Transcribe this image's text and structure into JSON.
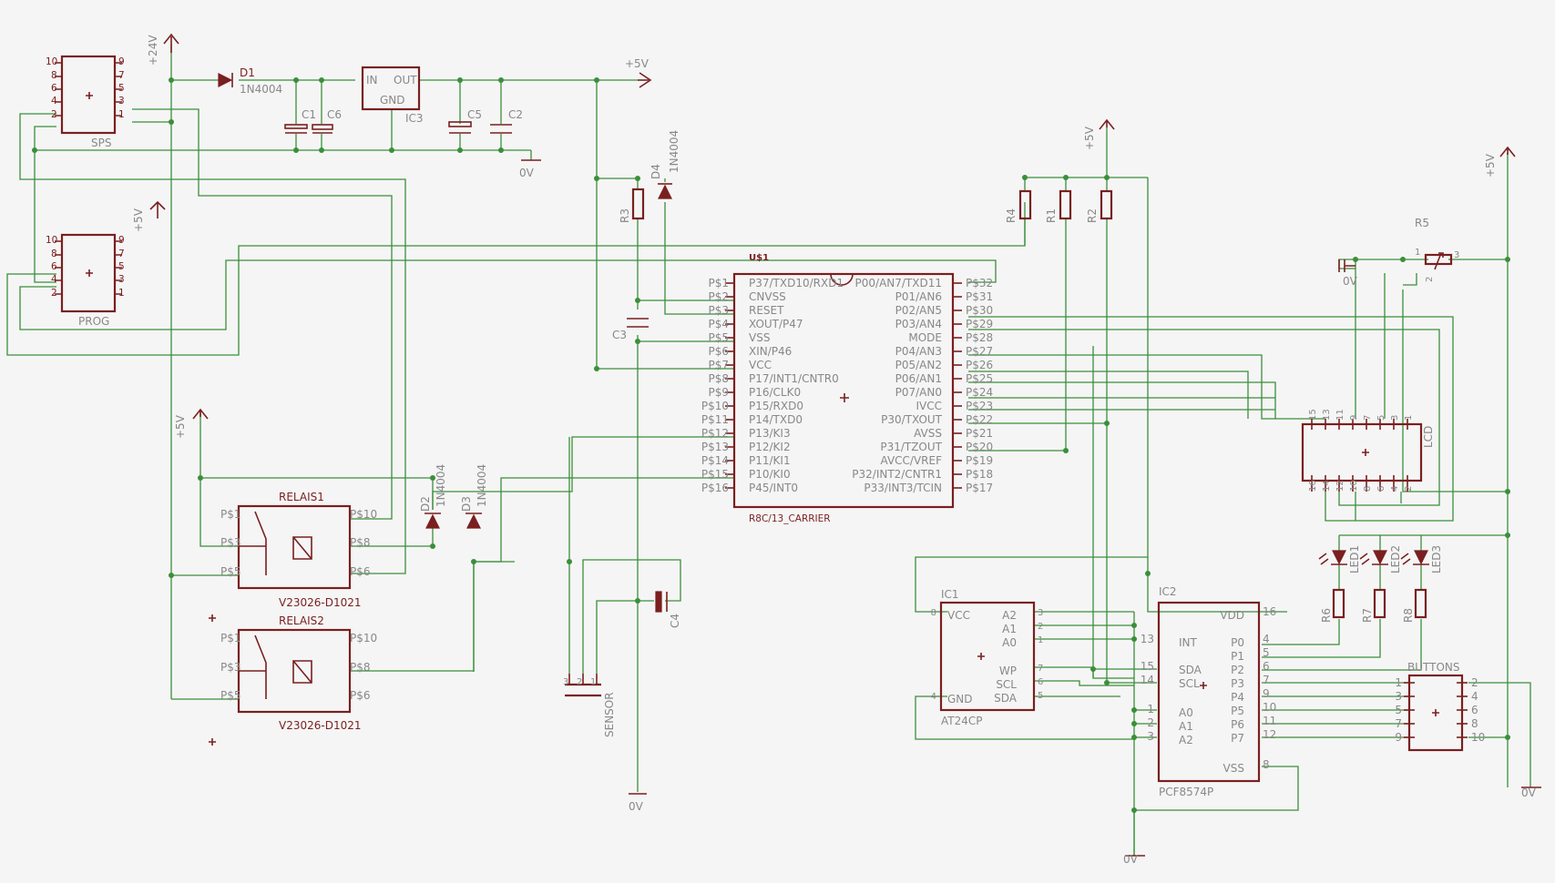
{
  "power": {
    "v24": "+24V",
    "v5": "+5V",
    "gnd": "0V"
  },
  "parts": {
    "sps": "SPS",
    "prog": "PROG",
    "d1": "D1",
    "d1_value": "1N4004",
    "c1": "C1",
    "c6": "C6",
    "ic3": "IC3",
    "ic3_in": "IN",
    "ic3_out": "OUT",
    "ic3_gnd": "GND",
    "c5": "C5",
    "c2": "C2",
    "d4": "D4",
    "d4_value": "1N4004",
    "r3": "R3",
    "c3": "C3",
    "c4": "C4",
    "r4": "R4",
    "r1": "R1",
    "r2": "R2",
    "r5": "R5",
    "u1": "U$1",
    "u1_value": "R8C/13_CARRIER",
    "relais1": "RELAIS1",
    "relais2": "RELAIS2",
    "relais_value": "V23026-D1021",
    "d2": "D2",
    "d2_value": "1N4004",
    "d3": "D3",
    "d3_value": "1N4004",
    "sensor": "SENSOR",
    "ic1": "IC1",
    "ic1_value": "AT24CP",
    "ic2": "IC2",
    "ic2_value": "PCF8574P",
    "lcd": "LCD",
    "led1": "LED1",
    "led2": "LED2",
    "led3": "LED3",
    "r6": "R6",
    "r7": "R7",
    "r8": "R8",
    "buttons": "BUTTONS"
  },
  "u1": {
    "left_pins": [
      "P$1",
      "P$2",
      "P$3",
      "P$4",
      "P$5",
      "P$6",
      "P$7",
      "P$8",
      "P$9",
      "P$10",
      "P$11",
      "P$12",
      "P$13",
      "P$14",
      "P$15",
      "P$16"
    ],
    "left_names": [
      "P37/TXD10/RXD1",
      "CNVSS",
      "RESET",
      "XOUT/P47",
      "VSS",
      "XIN/P46",
      "VCC",
      "P17/INT1/CNTR0",
      "P16/CLK0",
      "P15/RXD0",
      "P14/TXD0",
      "P13/KI3",
      "P12/KI2",
      "P11/KI1",
      "P10/KI0",
      "P45/INT0"
    ],
    "right_pins": [
      "P$32",
      "P$31",
      "P$30",
      "P$29",
      "P$28",
      "P$27",
      "P$26",
      "P$25",
      "P$24",
      "P$23",
      "P$22",
      "P$21",
      "P$20",
      "P$19",
      "P$18",
      "P$17"
    ],
    "right_names": [
      "P00/AN7/TXD11",
      "P01/AN6",
      "P02/AN5",
      "P03/AN4",
      "MODE",
      "P04/AN3",
      "P05/AN2",
      "P06/AN1",
      "P07/AN0",
      "IVCC",
      "P30/TXOUT",
      "AVSS",
      "P31/TZOUT",
      "AVCC/VREF",
      "P32/INT2/CNTR1",
      "P33/INT3/TCIN"
    ]
  },
  "relais": {
    "pins": [
      "P$1",
      "P$3",
      "P$5",
      "P$10",
      "P$8",
      "P$6"
    ]
  },
  "ic1": {
    "left_pins": [
      "8",
      "4"
    ],
    "left_names": [
      "VCC",
      "GND"
    ],
    "right_pins": [
      "3",
      "2",
      "1",
      "7",
      "6",
      "5"
    ],
    "right_names": [
      "A2",
      "A1",
      "A0",
      "WP",
      "SCL",
      "SDA"
    ]
  },
  "ic2": {
    "left_pins": [
      "13",
      "15",
      "14",
      "1",
      "2",
      "3"
    ],
    "left_names": [
      "INT",
      "SDA",
      "SCL",
      "A0",
      "A1",
      "A2"
    ],
    "right_pins": [
      "16",
      "4",
      "5",
      "6",
      "7",
      "9",
      "10",
      "11",
      "12",
      "8"
    ],
    "right_names": [
      "VDD",
      "P0",
      "P1",
      "P2",
      "P3",
      "P4",
      "P5",
      "P6",
      "P7",
      "VSS"
    ]
  },
  "header10": {
    "left": [
      "10",
      "8",
      "6",
      "4",
      "2"
    ],
    "right": [
      "9",
      "7",
      "5",
      "3",
      "1"
    ]
  },
  "lcd": {
    "top": [
      "15",
      "13",
      "11",
      "9",
      "7",
      "5",
      "3",
      "1"
    ],
    "bottom": [
      "16",
      "14",
      "12",
      "10",
      "8",
      "6",
      "4",
      "2"
    ]
  },
  "buttons": {
    "left": [
      "1",
      "3",
      "5",
      "7",
      "9"
    ],
    "right": [
      "2",
      "4",
      "6",
      "8",
      "10"
    ]
  },
  "sensor_pins": [
    "3",
    "2",
    "1"
  ],
  "r5_pins": [
    "1",
    "3",
    "2"
  ]
}
